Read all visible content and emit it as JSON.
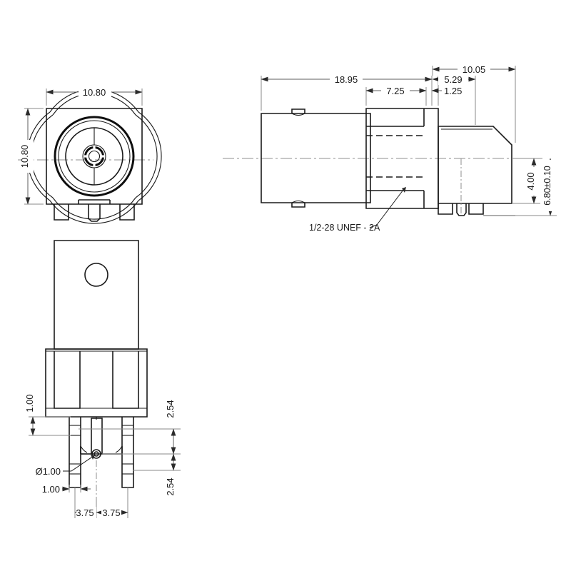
{
  "drawing": {
    "title": "BNC PCB Right-Angle Jack Connector Outline Drawing",
    "units_note": "",
    "line_color": "#1a1a1a",
    "dim_color": "#5c5c5c",
    "center_color": "#8f8f8f",
    "background": "#ffffff"
  },
  "views": {
    "front": {
      "name": "front-view",
      "label": ""
    },
    "side": {
      "name": "side-view",
      "label": ""
    },
    "bottom": {
      "name": "bottom-view",
      "label": ""
    }
  },
  "dimensions": {
    "front_width": "10.80",
    "front_height": "10.80",
    "side_overall_length": "18.95",
    "side_body_length": "7.25",
    "side_tail_length": "5.29",
    "side_step": "1.25",
    "side_right_block": "10.05",
    "axis_to_pcb": "4.00",
    "overall_height": "6.80 ± 0.10",
    "thread_note": "1/2-28 UNEF - 2A",
    "pin_diameter": "Ø1.00",
    "pin_width": "1.00",
    "tab_offset": "1.00",
    "pin_pitch_left": "3.75",
    "pin_pitch_right": "3.75",
    "row_pitch_top": "2.54",
    "row_pitch_bottom": "2.54"
  },
  "labels": {
    "d_10_80_w": "10.80",
    "d_10_80_h": "10.80",
    "d_18_95": "18.95",
    "d_7_25": "7.25",
    "d_5_29": "5.29",
    "d_1_25": "1.25",
    "d_10_05": "10.05",
    "d_4_00": "4.00",
    "d_6_80": "6.80±0.10",
    "thread": "1/2-28 UNEF - 2A",
    "dia_1_00": "Ø1.00",
    "w_1_00": "1.00",
    "t_1_00": "1.00",
    "p_3_75_a": "3.75",
    "p_3_75_b": "3.75",
    "r_2_54_a": "2.54",
    "r_2_54_b": "2.54"
  }
}
